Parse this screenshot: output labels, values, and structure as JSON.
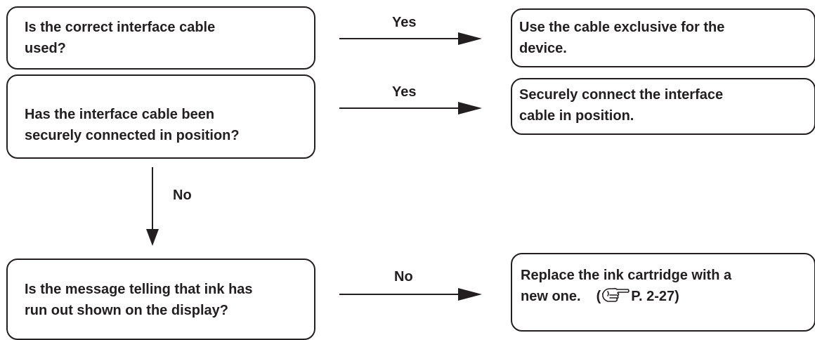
{
  "flowchart": {
    "q1": {
      "lines": [
        "Is the correct interface cable",
        "used?"
      ]
    },
    "q2": {
      "lines": [
        "Has the interface cable been",
        "securely connected in position?"
      ]
    },
    "q3": {
      "lines": [
        "Is the message telling that ink has",
        "run out shown on the display?"
      ]
    },
    "a1": {
      "lines": [
        "Use the cable exclusive for the",
        "device."
      ]
    },
    "a2": {
      "lines": [
        "Securely connect the interface",
        "cable in position."
      ]
    },
    "a3": {
      "line1": "Replace the ink cartridge with a",
      "line2_text": "new one.",
      "ref_open": "(",
      "ref_icon": "pointing-hand-icon",
      "ref_page": "P. 2-27)"
    },
    "edge_labels": {
      "q1_to_a1": "Yes",
      "q2_to_a2": "Yes",
      "q2_to_q3": "No",
      "q3_to_a3": "No"
    }
  }
}
